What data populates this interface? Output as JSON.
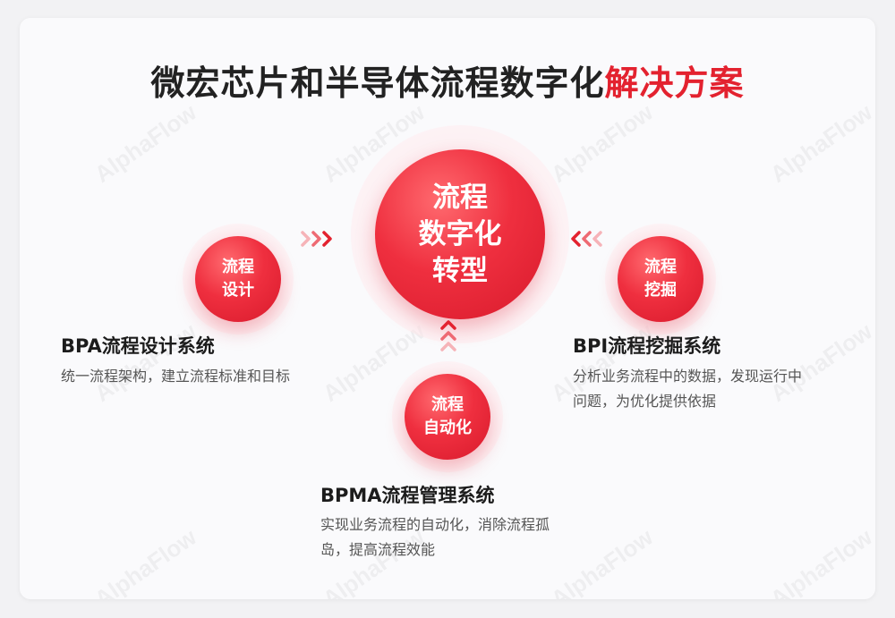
{
  "title": {
    "main": "微宏芯片和半导体流程数字化",
    "accent": "解决方案"
  },
  "watermark": "AlphaFlow",
  "center": {
    "lines": [
      "流程",
      "数字化",
      "转型"
    ]
  },
  "nodes": {
    "left": {
      "lines": [
        "流程",
        "设计"
      ]
    },
    "right": {
      "lines": [
        "流程",
        "挖掘"
      ]
    },
    "bottom": {
      "lines": [
        "流程",
        "自动化"
      ]
    }
  },
  "systems": {
    "bpa": {
      "title": "BPA流程设计系统",
      "desc": [
        "统一流程架构，建立流程标准和目标"
      ]
    },
    "bpi": {
      "title": "BPI流程挖掘系统",
      "desc": [
        "分析业务流程中的数据，发现运行中",
        "问题，为优化提供依据"
      ]
    },
    "bpma": {
      "title": "BPMA流程管理系统",
      "desc": [
        "实现业务流程的自动化，消除流程孤",
        "岛，提高流程效能"
      ]
    }
  },
  "colors": {
    "accent": "#e3222f",
    "circle": "#ef2f3f",
    "chevron": "#e3222f"
  }
}
